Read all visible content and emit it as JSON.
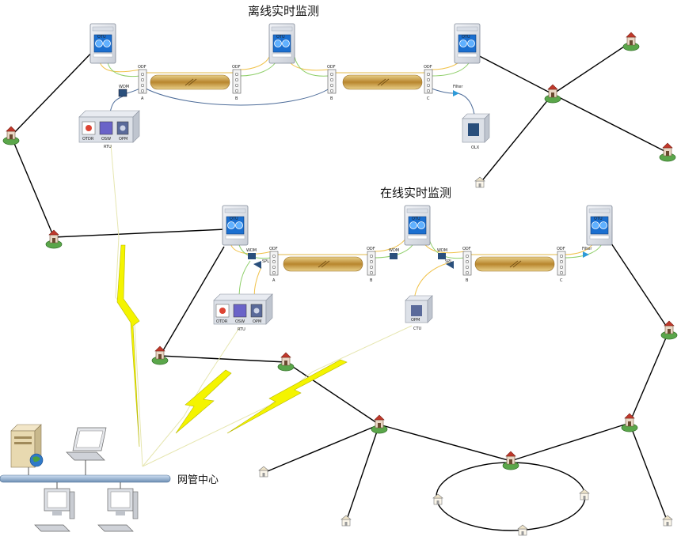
{
  "titles": {
    "offline": "离线实时监测",
    "online": "在线实时监测"
  },
  "nms_label": "网管中心",
  "device_labels": {
    "otu": "OTU",
    "odf": "ODF",
    "wdm": "WDM",
    "filter": "Filter",
    "spl": "SPL",
    "otdr": "OTDR",
    "osw": "OSW",
    "opm": "OPM",
    "rtu": "RTU",
    "ctu": "CTU",
    "olx": "OLX",
    "port_a": "A",
    "port_b": "B",
    "port_c": "C"
  },
  "colors": {
    "fiber_cable": "#c9a24a",
    "link": "#000000",
    "lightning": "#f4f400",
    "otu_blue": "#1a6fd0",
    "node_green": "#5aa64a"
  }
}
